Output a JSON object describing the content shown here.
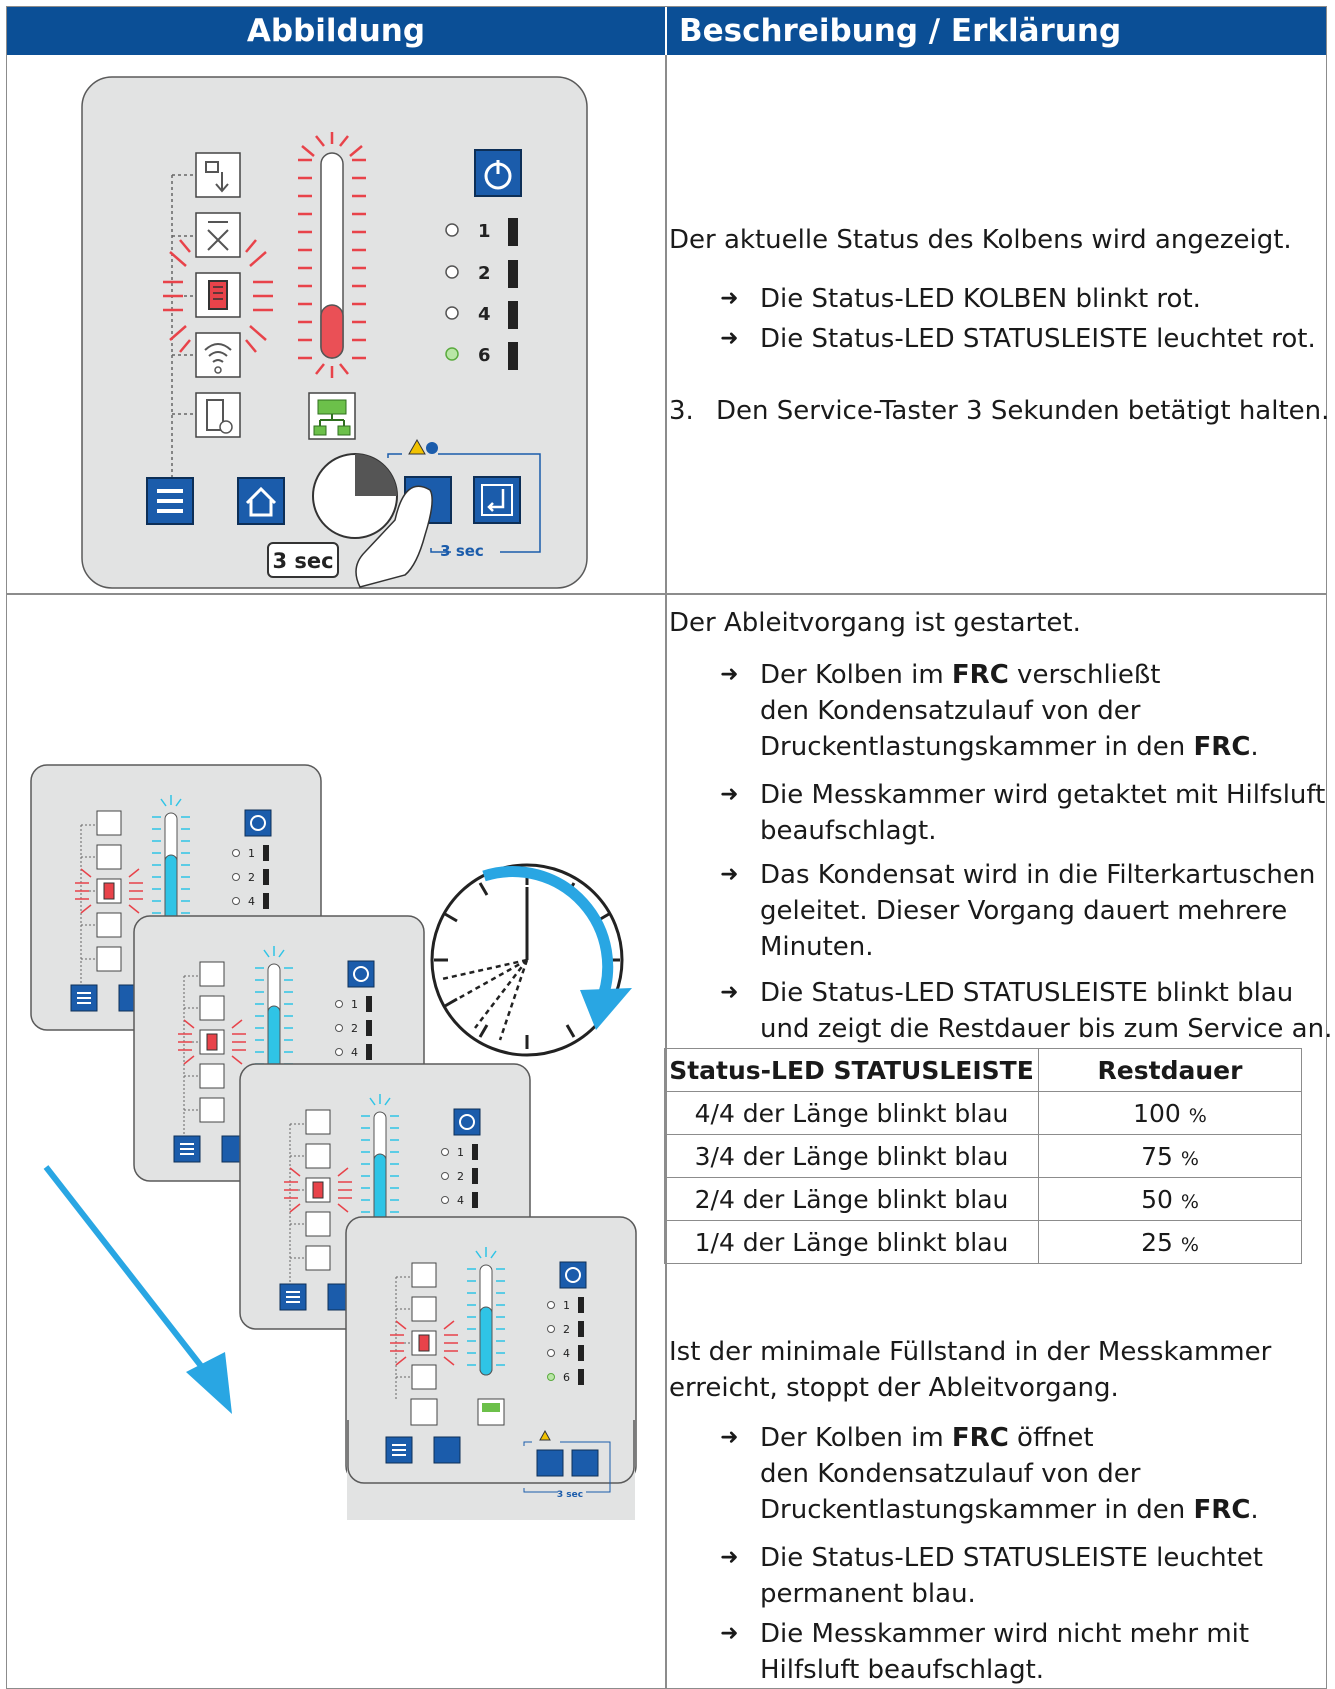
{
  "header": {
    "col_left": "Abbildung",
    "col_right": "Beschreibung / Erklärung"
  },
  "row1": {
    "intro": "Der aktuelle Status des Kolbens wird angezeigt.",
    "bullets": [
      "Die Status-LED KOLBEN blinkt rot.",
      "Die Status-LED STATUSLEISTE leuchtet rot."
    ],
    "step_number": "3.",
    "step_text": "Den Service-Taster 3 Sekunden betätigt halten.",
    "panel": {
      "leds": [
        "1",
        "2",
        "4",
        "6"
      ],
      "time_label": "3 sec",
      "service_label": "3 sec"
    }
  },
  "row2": {
    "intro": "Der Ableitvorgang ist gestartet.",
    "b1": {
      "p1": "Der Kolben im ",
      "k1": "FRC",
      "p2": " verschließt",
      "l2": "den Kondensatzulauf von der",
      "l3a": "Druckentlastungskammer in den ",
      "k2": "FRC",
      "l3b": "."
    },
    "b2": [
      "Die Messkammer wird getaktet mit Hilfsluft",
      "beaufschlagt."
    ],
    "b3": [
      "Das Kondensat wird in die Filterkartuschen",
      "geleitet. Dieser Vorgang dauert mehrere",
      "Minuten."
    ],
    "b4": [
      "Die Status-LED STATUSLEISTE blinkt blau",
      "und zeigt die Restdauer bis zum Service an."
    ],
    "table": {
      "headers": [
        "Status-LED STATUSLEISTE",
        "Restdauer"
      ],
      "rows": [
        {
          "state": "4/4 der Länge blinkt blau",
          "value": "100",
          "unit": "%"
        },
        {
          "state": "3/4 der Länge blinkt blau",
          "value": "75",
          "unit": "%"
        },
        {
          "state": "2/4 der Länge blinkt blau",
          "value": "50",
          "unit": "%"
        },
        {
          "state": "1/4 der Länge blinkt blau",
          "value": "25",
          "unit": "%"
        }
      ]
    },
    "para": [
      "Ist der minimale Füllstand in der Messkammer",
      "erreicht, stoppt der Ableitvorgang."
    ],
    "b5": {
      "p1": "Der Kolben im ",
      "k1": "FRC",
      "p2": " öffnet",
      "l2": "den Kondensatzulauf von der",
      "l3a": "Druckentlastungskammer in den ",
      "k2": "FRC",
      "l3b": "."
    },
    "b6": [
      "Die Status-LED STATUSLEISTE leuchtet",
      "permanent blau."
    ],
    "b7": [
      "Die Messkammer wird nicht mehr mit",
      "Hilfsluft beaufschlagt."
    ],
    "small_panel": {
      "leds": [
        "1",
        "2",
        "4",
        "6"
      ],
      "service_label": "3 sec"
    }
  },
  "colors": {
    "header_blue": "#0b4f96",
    "panel_grey": "#e2e3e3",
    "led_red": "#e8434a",
    "led_blue": "#2fc4e6",
    "arrow_blue": "#29a6e3",
    "led_green": "#6cc04a"
  }
}
